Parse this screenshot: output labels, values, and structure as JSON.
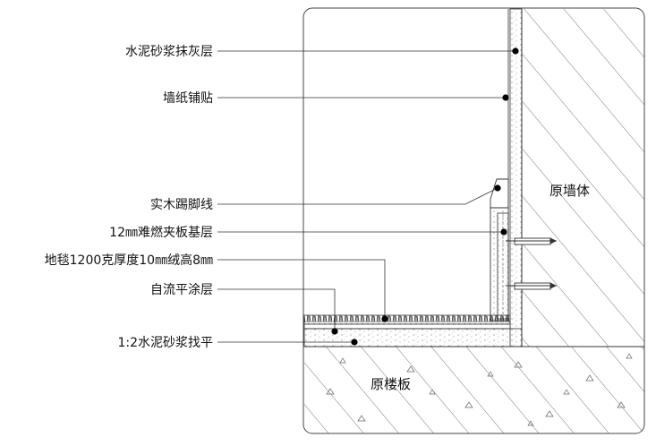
{
  "callouts": [
    {
      "label": "水泥砂浆抹灰层"
    },
    {
      "label": "墙纸铺贴"
    },
    {
      "label": "实木踢脚线"
    },
    {
      "label": "12㎜难燃夹板基层"
    },
    {
      "label": "地毯1200克厚度10㎜绒高8㎜"
    },
    {
      "label": "自流平涂层"
    },
    {
      "label": "1:2水泥砂浆找平"
    }
  ],
  "regions": {
    "wall": "原墙体",
    "floor": "原楼板"
  }
}
